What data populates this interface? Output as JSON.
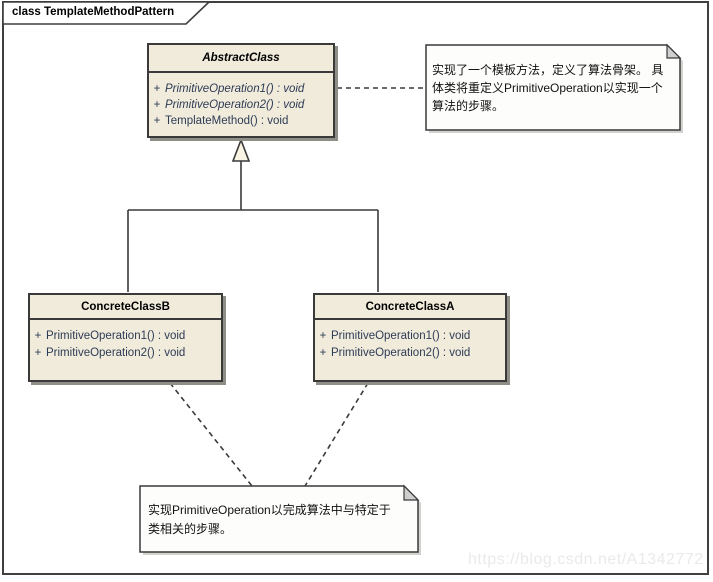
{
  "frame": {
    "title": "class TemplateMethodPattern"
  },
  "classes": {
    "abstract": {
      "name": "AbstractClass",
      "methods": [
        {
          "visibility": "+",
          "signature": "PrimitiveOperation1() : void"
        },
        {
          "visibility": "+",
          "signature": "PrimitiveOperation2() : void"
        },
        {
          "visibility": "+",
          "signature": "TemplateMethod() : void"
        }
      ]
    },
    "concreteB": {
      "name": "ConcreteClassB",
      "methods": [
        {
          "visibility": "+",
          "signature": "PrimitiveOperation1() : void"
        },
        {
          "visibility": "+",
          "signature": "PrimitiveOperation2() : void"
        }
      ]
    },
    "concreteA": {
      "name": "ConcreteClassA",
      "methods": [
        {
          "visibility": "+",
          "signature": "PrimitiveOperation1() : void"
        },
        {
          "visibility": "+",
          "signature": "PrimitiveOperation2() : void"
        }
      ]
    }
  },
  "notes": {
    "top": {
      "lines": [
        "实现了一个模板方法，定义了算法骨架。 具",
        "体类将重定义PrimitiveOperation以实现一个",
        "算法的步骤。"
      ]
    },
    "bottom": {
      "lines": [
        "实现PrimitiveOperation以完成算法中与特定于",
        "类相关的步骤。"
      ]
    }
  },
  "watermark": "https://blog.csdn.net/A1342772",
  "colors": {
    "class_fill": "#f1ebdc",
    "border": "#3a3a3a",
    "method_text": "#2d3c55",
    "note_fill": "#fdfdfc",
    "note_fold": "#cfcfcf",
    "shadow": "#908f87",
    "watermark_text": "#eaeaea"
  }
}
